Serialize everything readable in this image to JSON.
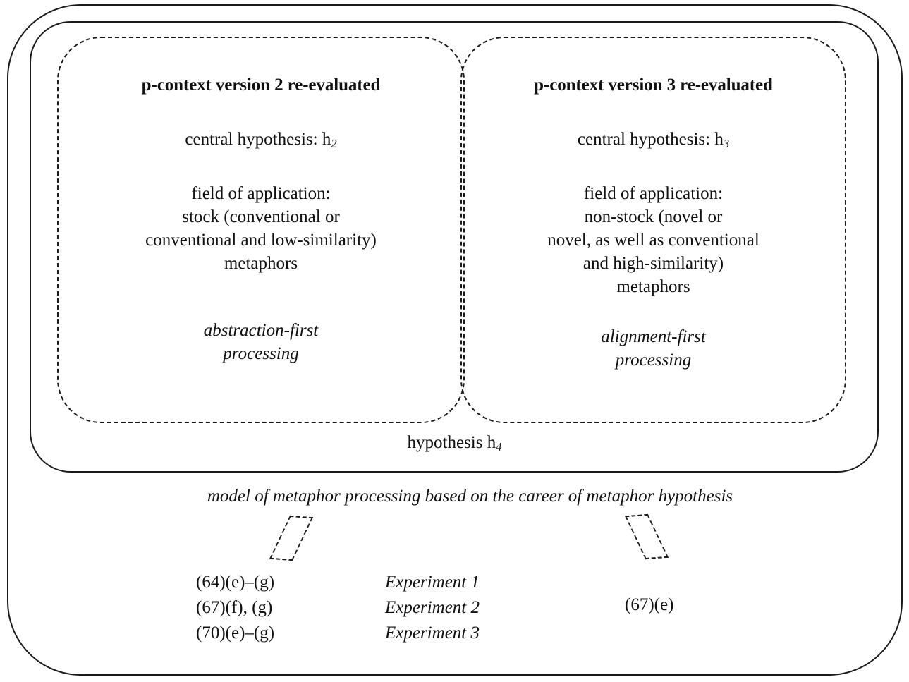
{
  "diagram": {
    "title": "model of metaphor processing based on the career of metaphor hypothesis",
    "hypothesis_label": "hypothesis h",
    "hypothesis_subscript": "4",
    "panels": [
      {
        "id": "p-context-version-2",
        "title": "p-context version 2 re-evaluated",
        "central_hypothesis_label": "central hypothesis: h",
        "central_hypothesis_subscript": "2",
        "field_label": "field of application:",
        "field_lines": [
          "stock (conventional or",
          "conventional and low-similarity)",
          "metaphors"
        ],
        "processing_lines": [
          "abstraction-first",
          "processing"
        ]
      },
      {
        "id": "p-context-version-3",
        "title": "p-context version 3 re-evaluated",
        "central_hypothesis_label": "central hypothesis: h",
        "central_hypothesis_subscript": "3",
        "field_label": "field of application:",
        "field_lines": [
          "non-stock (novel or",
          "novel, as well as conventional",
          "and high-similarity)",
          "metaphors"
        ],
        "processing_lines": [
          "alignment-first",
          "processing"
        ]
      }
    ],
    "experiments": [
      {
        "reference": "(64)(e)–(g)",
        "label": "Experiment 1"
      },
      {
        "reference": "(67)(f), (g)",
        "label": "Experiment 2"
      },
      {
        "reference": "(70)(e)–(g)",
        "label": "Experiment 3"
      }
    ],
    "experiment_right": "(67)(e)",
    "colors": {
      "stroke": "#1a1a1a",
      "text": "#111111",
      "background": "#ffffff"
    }
  }
}
